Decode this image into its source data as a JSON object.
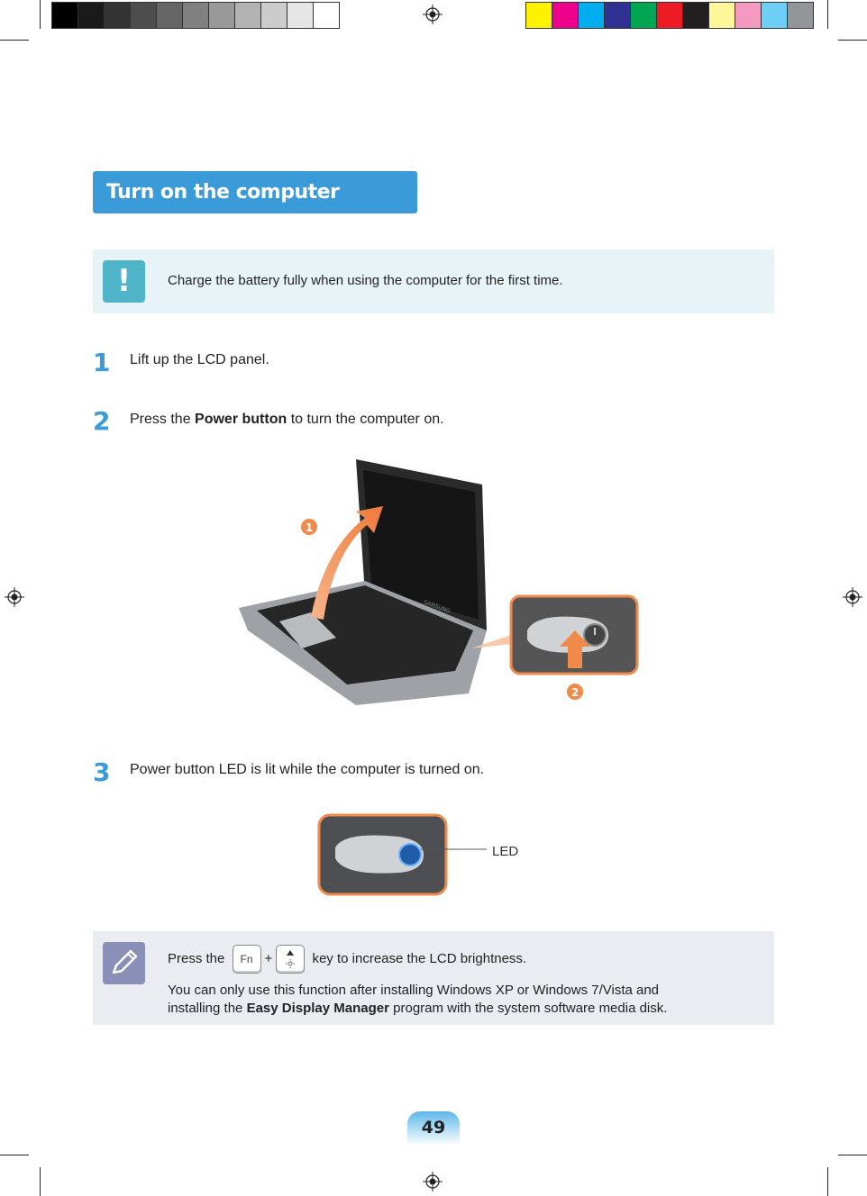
{
  "print_marks": {
    "gray_swatches": [
      "#000000",
      "#1a1a1a",
      "#333333",
      "#4d4d4d",
      "#666666",
      "#808080",
      "#999999",
      "#b3b3b3",
      "#cccccc",
      "#e6e6e6",
      "#ffffff"
    ],
    "color_swatches": [
      "#fff200",
      "#ec008c",
      "#00aeef",
      "#2e3192",
      "#00a651",
      "#ed1c24",
      "#231f20",
      "#fff799",
      "#f49ac1",
      "#6dcff6",
      "#939598"
    ]
  },
  "section_title": "Turn on the computer",
  "caution": {
    "icon": "exclamation-icon",
    "symbol": "!",
    "text": "Charge the battery fully when using the computer for the first time."
  },
  "steps": [
    {
      "number": "1",
      "text": "Lift up the LCD panel."
    },
    {
      "number": "2",
      "text_before": "Press the ",
      "bold": "Power button",
      "text_after": " to turn the computer on."
    },
    {
      "number": "3",
      "text": "Power button LED is lit while the computer is turned on."
    }
  ],
  "illustration": {
    "callout_1": "1",
    "callout_2": "2",
    "laptop_logo": "SAMSUNG",
    "led_label": "LED"
  },
  "note": {
    "icon": "pencil-icon",
    "line1_before": "Press the ",
    "key_fn": "Fn",
    "plus": "+",
    "line1_after": " key to increase the LCD brightness.",
    "line2": "You can only use this function after installing Windows XP or Windows 7/Vista and",
    "line3_before": "installing the ",
    "line3_bold": "Easy Display Manager",
    "line3_after": " program with the system software media disk."
  },
  "page_number": "49",
  "colors": {
    "accent_blue": "#3b9ad8",
    "caution_bg": "#e7f3f6",
    "caution_icon": "#50b4c8",
    "note_bg": "#ebecf2",
    "note_icon": "#8a8fb8",
    "callout_orange": "#f08a4b"
  }
}
